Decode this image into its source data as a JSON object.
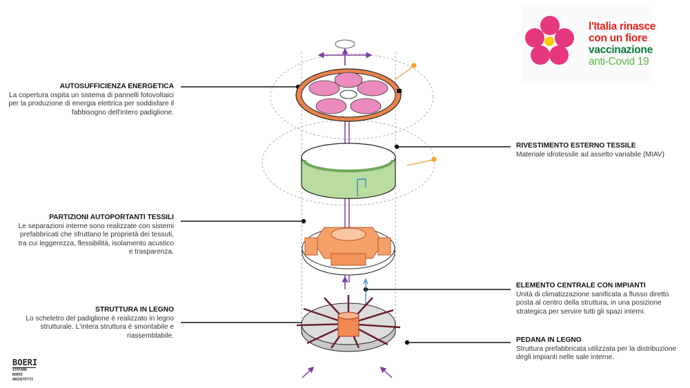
{
  "logo": {
    "lines": [
      "l'Italia rinasce",
      "con un fiore",
      "vaccinazione",
      "anti-Covid 19"
    ],
    "colors": {
      "red": "#e2231a",
      "dark_green": "#0b7a3e",
      "light_green": "#5cb646",
      "flower": "#e6387e",
      "center": "#ffcc00"
    }
  },
  "labels": {
    "autosufficienza": {
      "title": "AUTOSUFFICIENZA ENERGETICA",
      "text": "La copertura ospita un sistema di pannelli fotovoltaici per la produzione di energia elettrica per soddisfare il fabbisogno dell'intero padiglione."
    },
    "partizioni": {
      "title": "PARTIZIONI AUTOPORTANTI TESSILI",
      "text": "Le separazioni interne sono realizzate con sistemi prefabbricati che sfruttano le proprietà dei tessuti, tra cui leggerezza,  flessibilità, isolamento acustico e trasparenza."
    },
    "struttura": {
      "title": "STRUTTURA IN LEGNO",
      "text": "Lo scheletro del padiglione è realizzato in legno strutturale. L'intera struttura è smontabile e riassemblabile."
    },
    "rivestimento": {
      "title": "RIVESTIMENTO ESTERNO TESSILE",
      "text": "Materiale idrotessile ad assetto variabile (MIAV)"
    },
    "elemento": {
      "title": "ELEMENTO CENTRALE CON IMPIANTI",
      "text": "Unità di climatizzazione sanificata a flusso diretto posta al centro della struttura, in una posizione strategica per servire tutti gli spazi interni."
    },
    "pedana": {
      "title": "PEDANA IN LEGNO",
      "text": "Struttura prefabbricata utilizzata per la distribuzione degli impianti nelle sale interne."
    }
  },
  "brand": {
    "main": "BOERI",
    "sub": [
      "STEFANO",
      "BOERI",
      "ARCHITETTI"
    ]
  }
}
